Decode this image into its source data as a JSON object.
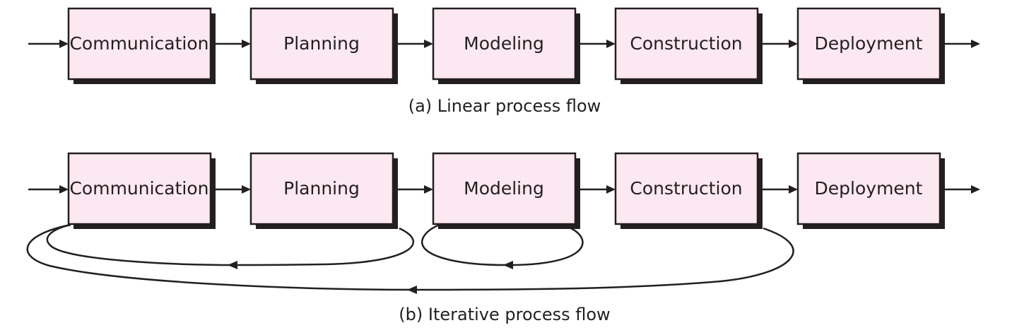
{
  "diagram_a": {
    "stages": [
      "Communication",
      "Planning",
      "Modeling",
      "Construction",
      "Deployment"
    ],
    "caption": "(a) Linear process flow"
  },
  "diagram_b": {
    "stages": [
      "Communication",
      "Planning",
      "Modeling",
      "Construction",
      "Deployment"
    ],
    "caption": "(b) Iterative process flow"
  },
  "colors": {
    "box_fill": "#fce8f1",
    "stroke": "#231f20"
  }
}
